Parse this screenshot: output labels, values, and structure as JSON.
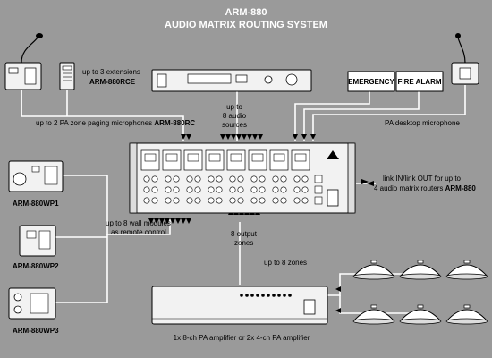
{
  "header": {
    "model": "ARM-880",
    "subtitle": "AUDIO MATRIX ROUTING SYSTEM"
  },
  "labels": {
    "extensions_prefix": "up to 3 extensions",
    "extensions_model": "ARM-880RCE",
    "paging_prefix": "up to 2 PA zone paging microphones",
    "paging_model": "ARM-880RC",
    "sources_line1": "up to",
    "sources_line2": "8 audio",
    "sources_line3": "sources",
    "emergency": "EMERGENCY",
    "fire_alarm": "FIRE ALARM",
    "desktop_mic": "PA desktop microphone",
    "link_line1": "link IN/link OUT for up to",
    "link_line2_prefix": "4 audio matrix routers",
    "link_line2_model": "ARM-880",
    "wall_line1": "up to 8 wall modules",
    "wall_line2": "as remote control",
    "zones_line1": "8 output",
    "zones_line2": "zones",
    "zones_up_to": "up to 8 zones",
    "wp1": "ARM-880WP1",
    "wp2": "ARM-880WP2",
    "wp3": "ARM-880WP3",
    "amplifier": "1x 8-ch PA amplifier or 2x 4-ch PA amplifier"
  },
  "colors": {
    "background": "#9a9a9a",
    "device": "#f2f2f2",
    "stroke": "#000000",
    "title": "#ffffff"
  },
  "icons": {
    "microphone": "gooseneck-microphone-icon",
    "speaker": "ceiling-speaker-icon",
    "arrow": "arrow-icon"
  }
}
